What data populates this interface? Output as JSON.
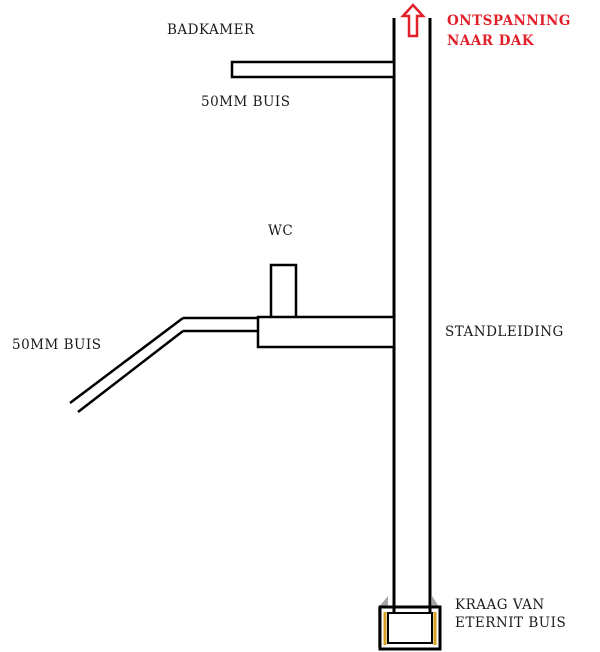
{
  "labels": {
    "badkamer": "BADKAMER",
    "buis_top": "50MM BUIS",
    "wc": "WC",
    "buis_left": "50MM BUIS",
    "standleiding": "STANDLEIDING",
    "vent_line1": "ONTSPANNING",
    "vent_line2": "NAAR DAK",
    "collar_line1": "KRAAG VAN",
    "collar_line2": "ETERNIT BUIS"
  },
  "colors": {
    "line": "#000000",
    "accent": "#e2202a",
    "collar_inner": "#d4a020",
    "collar_shadow": "#9a9a9a"
  }
}
